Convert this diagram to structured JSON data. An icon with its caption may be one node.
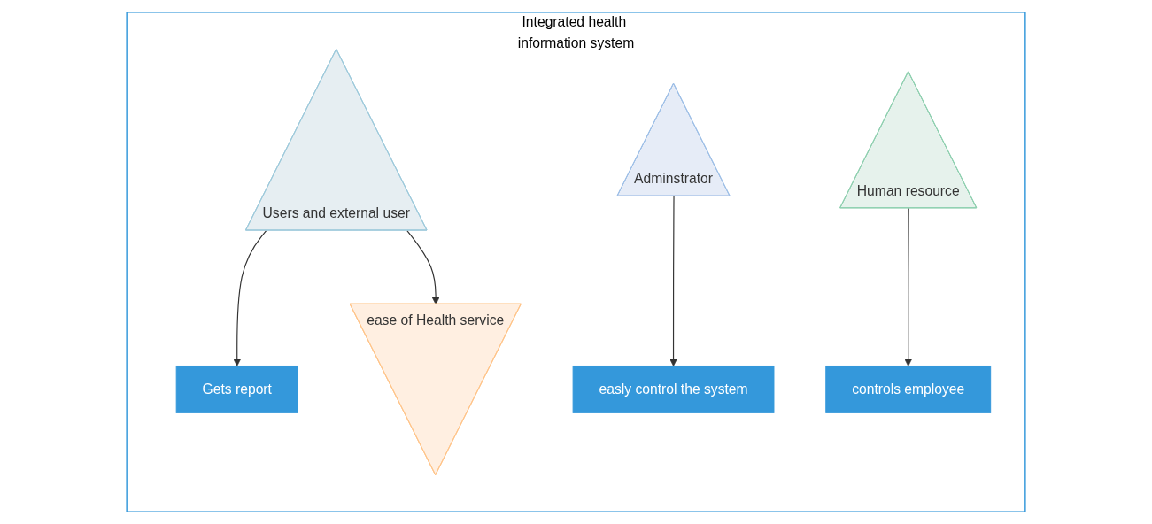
{
  "diagram": {
    "nodes": [
      {
        "text": [
          "Integrated health information system"
        ]
      },
      {
        "text": [
          "Users and external user"
        ],
        "in": 0
      },
      {
        "text": [
          "Gets report"
        ],
        "in": 0
      },
      {
        "text": [
          "easly control the system"
        ],
        "in": 0
      },
      {
        "text": [
          "ease of Health service"
        ],
        "in": 0
      },
      {
        "text": [
          "Adminstrator"
        ],
        "in": 0
      },
      {
        "text": [
          "Human resource"
        ],
        "in": 0
      },
      {
        "text": [
          "controls employee"
        ],
        "in": 0
      }
    ],
    "edges": [
      {
        "from": 1,
        "to": 2,
        "arrow": "to"
      },
      {
        "from": 1,
        "to": 4,
        "arrow": "to"
      },
      {
        "from": 5,
        "to": 3,
        "arrow": "to"
      },
      {
        "from": 6,
        "to": 7,
        "arrow": "to"
      }
    ]
  }
}
